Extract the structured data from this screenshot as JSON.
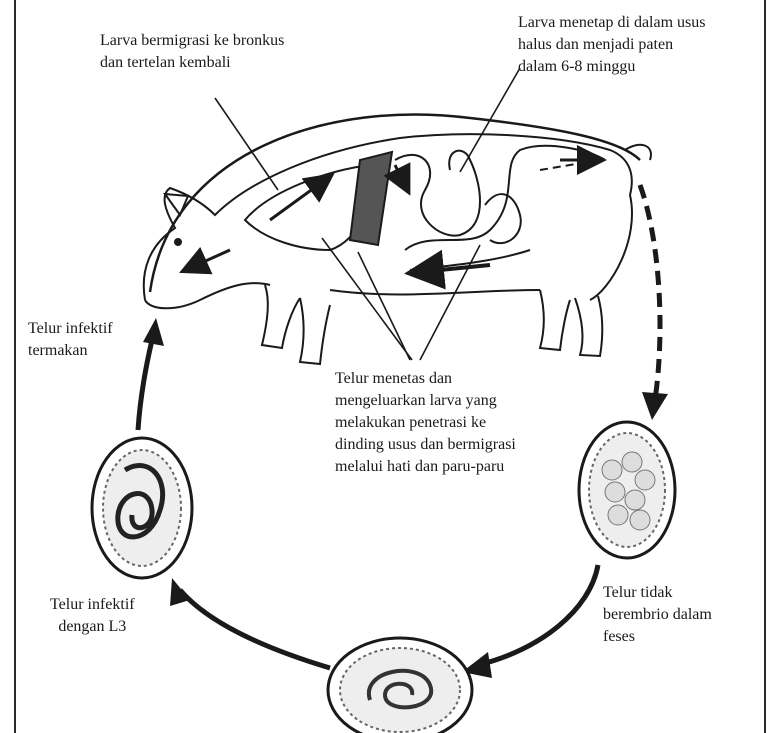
{
  "labels": {
    "migrate_bronchus": [
      "Larva bermigrasi ke bronkus",
      "dan tertelan kembali"
    ],
    "settle_intestine": [
      "Larva menetap di dalam usus",
      "halus dan menjadi paten",
      "dalam 6-8 minggu"
    ],
    "hatch": [
      "Telur menetas dan",
      "mengeluarkan larva yang",
      "melakukan penetrasi ke",
      "dinding usus dan bermigrasi",
      "melalui hati dan paru-paru"
    ],
    "ingested": [
      "Telur infektif",
      "termakan"
    ],
    "infective_l3": [
      "Telur infektif",
      "dengan L3"
    ],
    "unembryonated": [
      "Telur tidak",
      "berembrio dalam",
      "feses"
    ]
  }
}
